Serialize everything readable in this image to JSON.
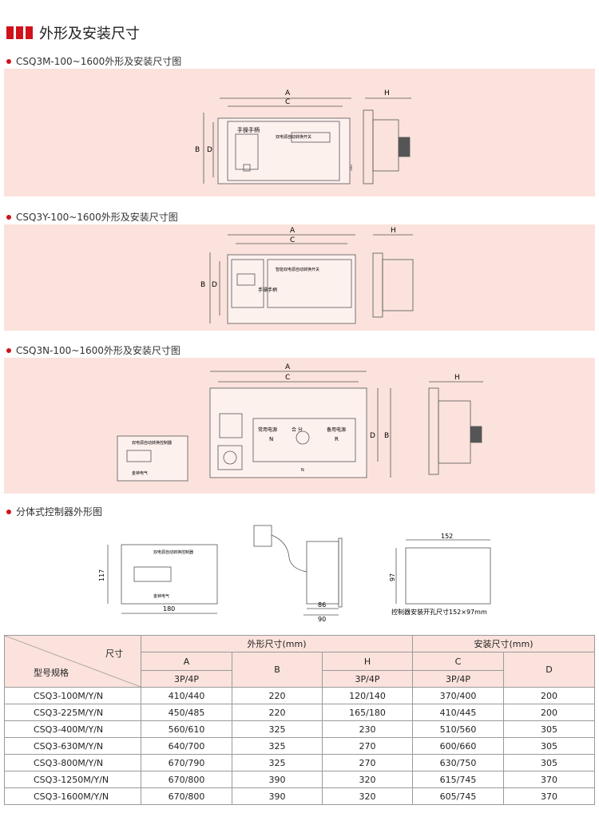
{
  "page_title": "外形及安装尺寸",
  "sections": [
    {
      "title": "CSQ3M-100~1600外形及安装尺寸图"
    },
    {
      "title": "CSQ3Y-100~1600外形及安装尺寸图"
    },
    {
      "title": "CSQ3N-100~1600外形及安装尺寸图"
    },
    {
      "title": "分体式控制器外形图"
    }
  ],
  "dims": {
    "A": "A",
    "B": "B",
    "C": "C",
    "D": "D",
    "H": "H",
    "N": "N",
    "R": "R"
  },
  "labels": {
    "handle": "手操手柄",
    "handle_v": "手操手柄",
    "switch_title": "双电源自动转换开关",
    "switch_title_smart": "智能双电源自动转换开关",
    "normal_power": "常用电源",
    "backup_power": "备用电源",
    "on_off": "合 分",
    "controller_title": "双电源自动转换控制器",
    "brand": "金钟电气",
    "n_mark": "N"
  },
  "controller": {
    "w": "180",
    "h": "117",
    "d1": "86",
    "d2": "90",
    "cut_w": "152",
    "cut_h": "97",
    "cutout_label": "控制器安装开孔尺寸152×97mm"
  },
  "table": {
    "h_size": "尺寸",
    "h_model": "型号规格",
    "h_outline": "外形尺寸(mm)",
    "h_install": "安装尺寸(mm)",
    "col_a": "A",
    "col_b": "B",
    "col_h": "H",
    "col_c": "C",
    "col_d": "D",
    "sub": "3P/4P",
    "rows": [
      {
        "model": "CSQ3-100M/Y/N",
        "a": "410/440",
        "b": "220",
        "h": "120/140",
        "c": "370/400",
        "d": "200"
      },
      {
        "model": "CSQ3-225M/Y/N",
        "a": "450/485",
        "b": "220",
        "h": "165/180",
        "c": "410/445",
        "d": "200"
      },
      {
        "model": "CSQ3-400M/Y/N",
        "a": "560/610",
        "b": "325",
        "h": "230",
        "c": "510/560",
        "d": "305"
      },
      {
        "model": "CSQ3-630M/Y/N",
        "a": "640/700",
        "b": "325",
        "h": "270",
        "c": "600/660",
        "d": "305"
      },
      {
        "model": "CSQ3-800M/Y/N",
        "a": "670/790",
        "b": "325",
        "h": "270",
        "c": "630/750",
        "d": "305"
      },
      {
        "model": "CSQ3-1250M/Y/N",
        "a": "670/800",
        "b": "390",
        "h": "320",
        "c": "615/745",
        "d": "370"
      },
      {
        "model": "CSQ3-1600M/Y/N",
        "a": "670/800",
        "b": "390",
        "h": "320",
        "c": "605/745",
        "d": "370"
      }
    ]
  }
}
